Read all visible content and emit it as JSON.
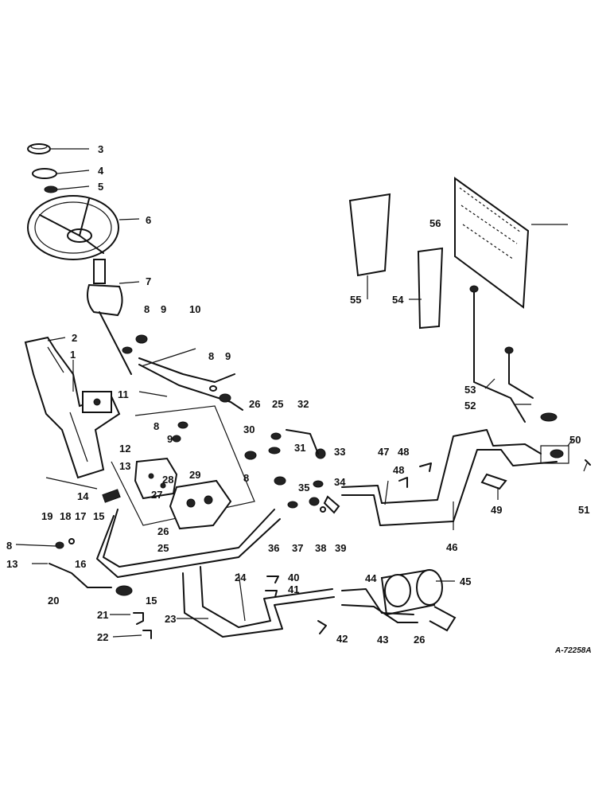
{
  "drawing_code": "A-72258A",
  "callouts": [
    {
      "n": "1",
      "tx": "1"
    },
    {
      "n": "2",
      "tx": "2"
    },
    {
      "n": "3",
      "tx": "3"
    },
    {
      "n": "4",
      "tx": "4"
    },
    {
      "n": "5",
      "tx": "5"
    },
    {
      "n": "6",
      "tx": "6"
    },
    {
      "n": "7",
      "tx": "7"
    },
    {
      "n": "8a",
      "tx": "8"
    },
    {
      "n": "9a",
      "tx": "9"
    },
    {
      "n": "10",
      "tx": "10"
    },
    {
      "n": "8b",
      "tx": "8"
    },
    {
      "n": "9b",
      "tx": "9"
    },
    {
      "n": "11",
      "tx": "11"
    },
    {
      "n": "8c",
      "tx": "8"
    },
    {
      "n": "9c",
      "tx": "9"
    },
    {
      "n": "12",
      "tx": "12"
    },
    {
      "n": "13a",
      "tx": "13"
    },
    {
      "n": "14",
      "tx": "14"
    },
    {
      "n": "15a",
      "tx": "15"
    },
    {
      "n": "19",
      "tx": "19"
    },
    {
      "n": "18",
      "tx": "18"
    },
    {
      "n": "17",
      "tx": "17"
    },
    {
      "n": "8d",
      "tx": "8"
    },
    {
      "n": "13b",
      "tx": "13"
    },
    {
      "n": "16",
      "tx": "16"
    },
    {
      "n": "20",
      "tx": "20"
    },
    {
      "n": "15b",
      "tx": "15"
    },
    {
      "n": "21",
      "tx": "21"
    },
    {
      "n": "22",
      "tx": "22"
    },
    {
      "n": "23",
      "tx": "23"
    },
    {
      "n": "24",
      "tx": "24"
    },
    {
      "n": "25a",
      "tx": "25"
    },
    {
      "n": "26a",
      "tx": "26"
    },
    {
      "n": "27",
      "tx": "27"
    },
    {
      "n": "28",
      "tx": "28"
    },
    {
      "n": "29",
      "tx": "29"
    },
    {
      "n": "26b",
      "tx": "26"
    },
    {
      "n": "25b",
      "tx": "25"
    },
    {
      "n": "30",
      "tx": "30"
    },
    {
      "n": "31",
      "tx": "31"
    },
    {
      "n": "32",
      "tx": "32"
    },
    {
      "n": "8e",
      "tx": "8"
    },
    {
      "n": "33",
      "tx": "33"
    },
    {
      "n": "34",
      "tx": "34"
    },
    {
      "n": "35",
      "tx": "35"
    },
    {
      "n": "36",
      "tx": "36"
    },
    {
      "n": "37",
      "tx": "37"
    },
    {
      "n": "38",
      "tx": "38"
    },
    {
      "n": "39",
      "tx": "39"
    },
    {
      "n": "40",
      "tx": "40"
    },
    {
      "n": "41",
      "tx": "41"
    },
    {
      "n": "42",
      "tx": "42"
    },
    {
      "n": "43",
      "tx": "43"
    },
    {
      "n": "44",
      "tx": "44"
    },
    {
      "n": "26c",
      "tx": "26"
    },
    {
      "n": "45",
      "tx": "45"
    },
    {
      "n": "46",
      "tx": "46"
    },
    {
      "n": "47",
      "tx": "47"
    },
    {
      "n": "48a",
      "tx": "48"
    },
    {
      "n": "48b",
      "tx": "48"
    },
    {
      "n": "49",
      "tx": "49"
    },
    {
      "n": "50",
      "tx": "50"
    },
    {
      "n": "51",
      "tx": "51"
    },
    {
      "n": "52",
      "tx": "52"
    },
    {
      "n": "53",
      "tx": "53"
    },
    {
      "n": "54",
      "tx": "54"
    },
    {
      "n": "55",
      "tx": "55"
    },
    {
      "n": "56",
      "tx": "56"
    }
  ]
}
